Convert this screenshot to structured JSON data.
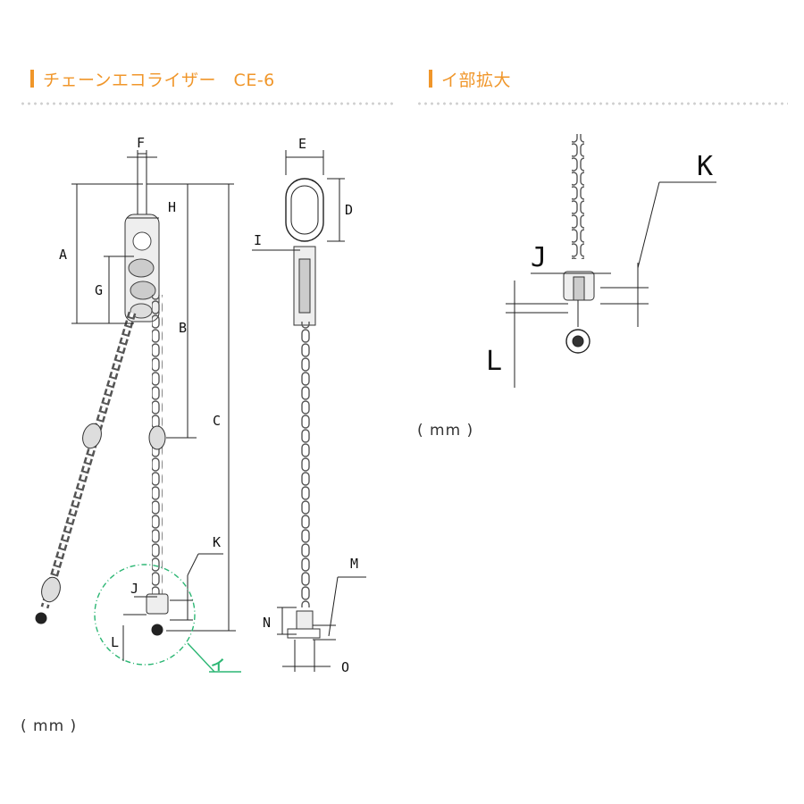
{
  "colors": {
    "accent": "#f0962a",
    "detail_circle": "#2bb673"
  },
  "left_section": {
    "title": "チェーンエコライザー　CE-6",
    "unit_label": "( mm )"
  },
  "right_section": {
    "title": "イ部拡大",
    "unit_label": "( mm )"
  },
  "diagram_labels": {
    "F": "F",
    "H": "H",
    "A": "A",
    "G": "G",
    "B": "B",
    "C": "C",
    "K": "K",
    "J": "J",
    "L": "L",
    "E": "E",
    "D": "D",
    "I": "I",
    "M": "M",
    "N": "N",
    "O": "O",
    "detail_marker": "イ"
  },
  "detail_labels": {
    "K": "K",
    "J": "J",
    "L": "L"
  }
}
